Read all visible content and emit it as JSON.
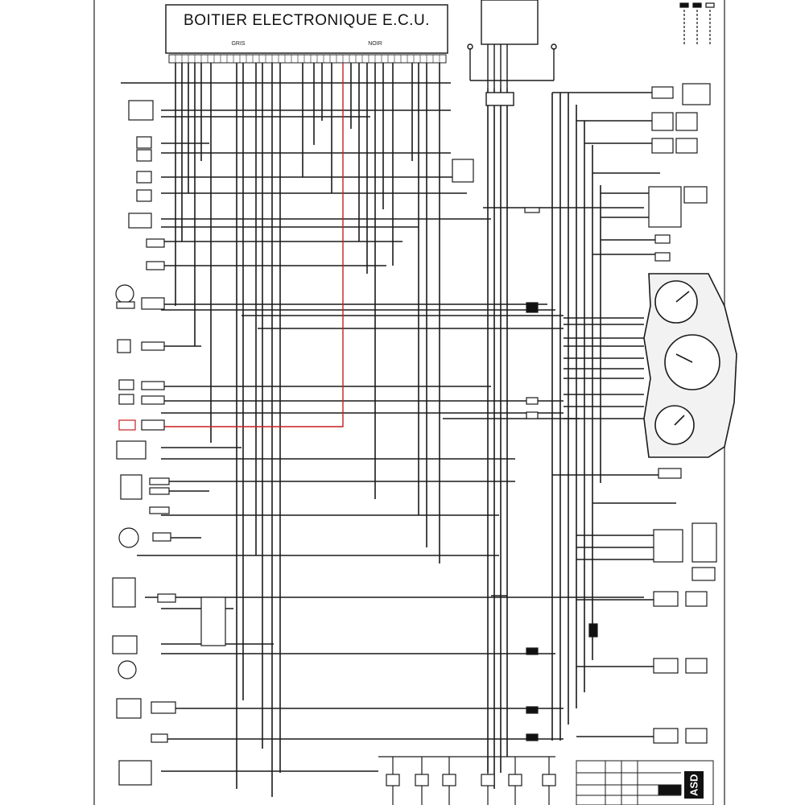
{
  "ecu": {
    "title": "BOITIER ELECTRONIQUE E.C.U.",
    "connector_left_label": "GRIS",
    "connector_right_label": "NOIR"
  },
  "table": {
    "badge": "ASD"
  },
  "colors": {
    "wire": "#1a1a1a",
    "highlight_wire": "#c81e1e",
    "background": "#ffffff"
  }
}
